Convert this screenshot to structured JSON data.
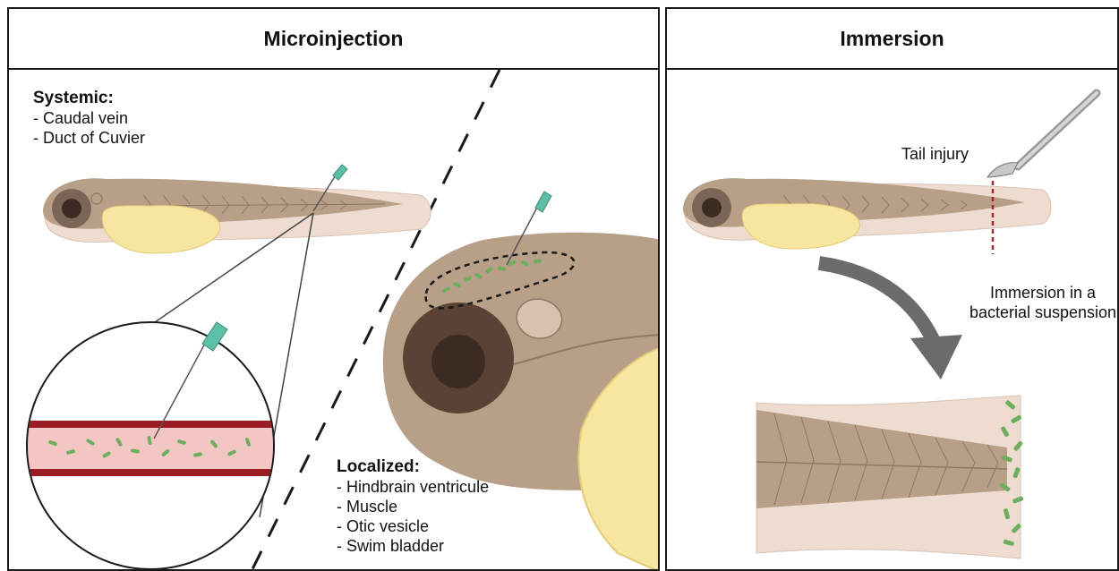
{
  "panels": {
    "microinjection": {
      "title": "Microinjection",
      "systemic": {
        "heading": "Systemic:",
        "items": [
          "- Caudal vein",
          "- Duct of Cuvier"
        ]
      },
      "localized": {
        "heading": "Localized:",
        "items": [
          "- Hindbrain ventricule",
          "- Muscle",
          "- Otic vesicle",
          "- Swim bladder"
        ]
      }
    },
    "immersion": {
      "title": "Immersion",
      "tail_injury_label": "Tail injury",
      "immersion_label_lines": [
        "Immersion in a",
        "bacterial suspension"
      ]
    }
  },
  "colors": {
    "border": "#1a1a1a",
    "larva_body": "#b89f88",
    "larva_fin": "#efdcd0",
    "yolk": "#f6e6a0",
    "eye": "#3b2b22",
    "bacteria": "#6fae5e",
    "needle": "#5cbfa6",
    "vessel": "#9b1b22",
    "arrow": "#6b6b6b",
    "injury_line": "#9b2c35"
  }
}
